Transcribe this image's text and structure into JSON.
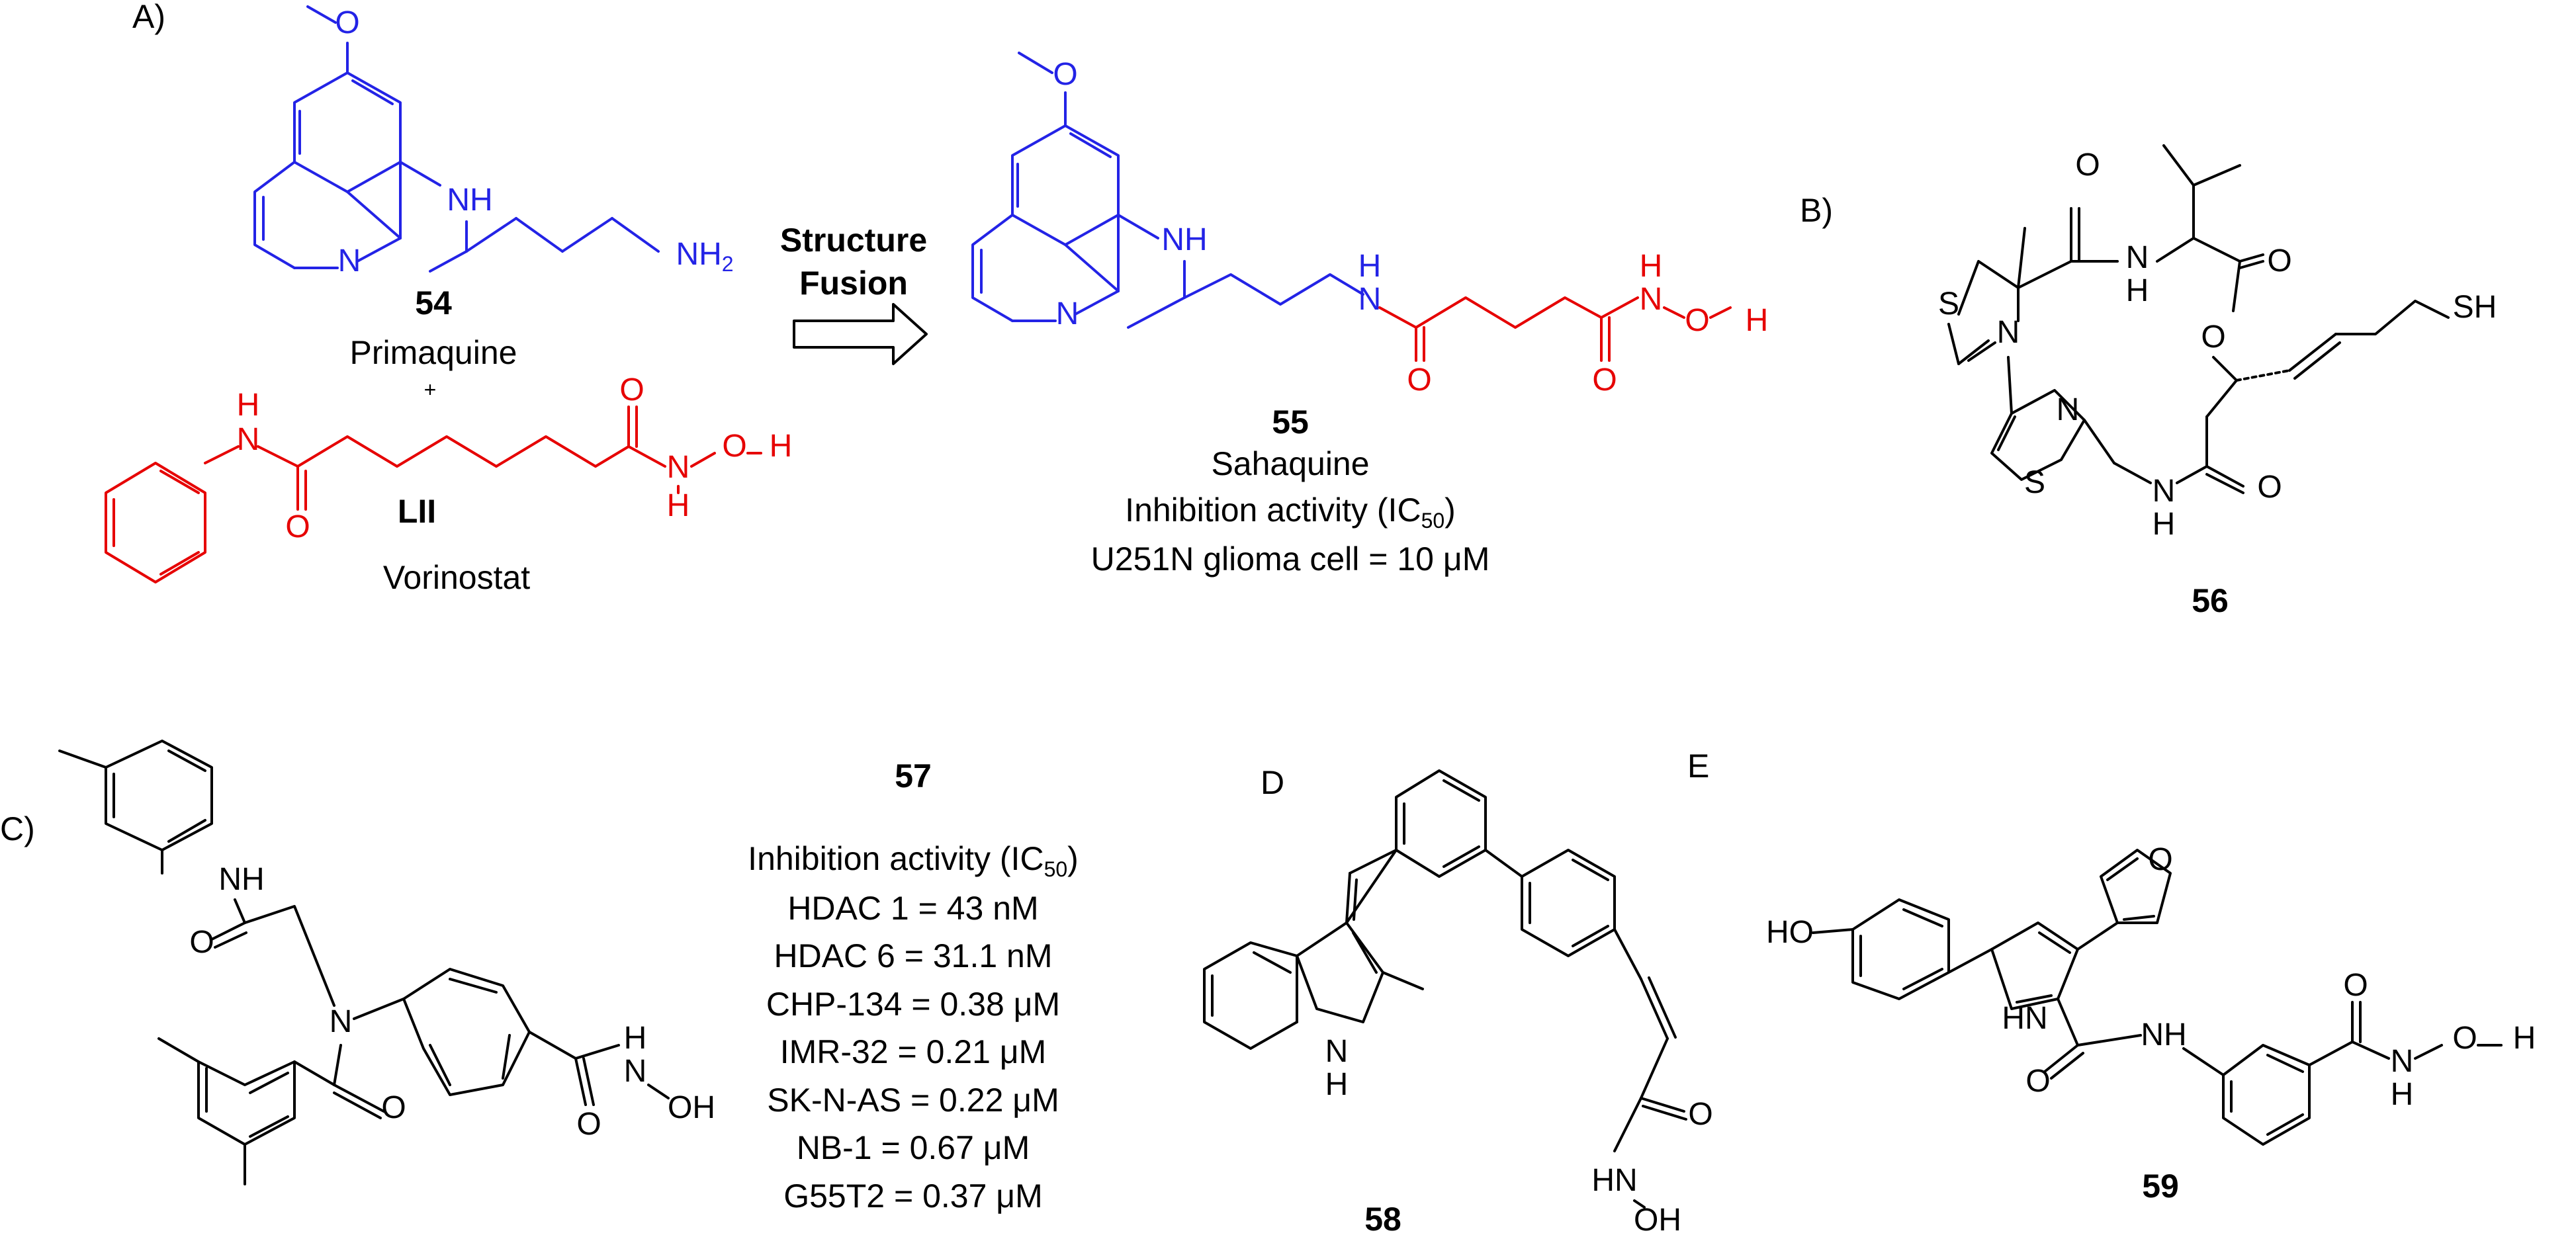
{
  "panels": {
    "a": "A)",
    "b": "B)",
    "c": "C)",
    "d": "D",
    "e": "E"
  },
  "compounds": {
    "c54": {
      "number": "54",
      "name": "Primaquine"
    },
    "plus": "+",
    "lii": {
      "number": "LII",
      "name": "Vorinostat"
    },
    "c55": {
      "number": "55",
      "name": "Sahaquine",
      "activity_title": "Inhibition activity (IC",
      "activity_sub": "50",
      "activity_close": ")",
      "activity_line": "U251N glioma cell = 10 μM"
    },
    "c56": {
      "number": "56"
    },
    "c57": {
      "number": "57",
      "activity_title": "Inhibition activity (IC",
      "activity_sub": "50",
      "activity_close": ")",
      "activities": [
        "HDAC 1 = 43 nM",
        "HDAC 6 = 31.1 nM",
        "CHP-134 = 0.38 μM",
        "IMR-32 = 0.21 μM",
        "SK-N-AS = 0.22 μM",
        "NB-1 = 0.67 μM",
        "G55T2 = 0.37 μM"
      ]
    },
    "c58": {
      "number": "58"
    },
    "c59": {
      "number": "59"
    }
  },
  "arrow": {
    "line1": "Structure",
    "line2": "Fusion"
  },
  "atoms": {
    "O": "O",
    "NH": "NH",
    "N": "N",
    "NH2": "NH",
    "two": "2",
    "H": "H",
    "OH": "OH",
    "S": "S",
    "SH": "SH",
    "HN": "HN",
    "HO": "HO"
  },
  "colors": {
    "primaquine": "#2323e6",
    "vorinostat": "#e60000",
    "default": "#000000"
  }
}
